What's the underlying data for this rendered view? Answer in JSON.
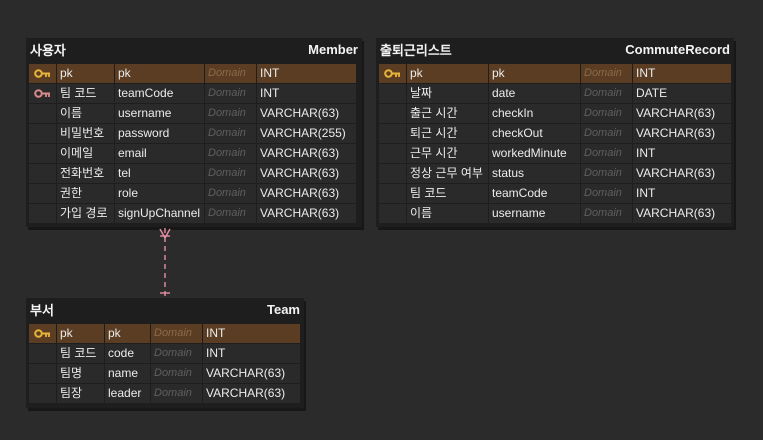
{
  "colors": {
    "background": "#2b2b2b",
    "entity_background": "#1e1e1e",
    "pk_row": "#5a3d22",
    "pk_key_icon": "#e8b53a",
    "fk_key_icon": "#d98a8a",
    "relation_line": "#e58fa3"
  },
  "entities": {
    "member": {
      "logical_name": "사용자",
      "physical_name": "Member",
      "rows": [
        {
          "key": "pk",
          "logical": "pk",
          "physical": "pk",
          "domain": "Domain",
          "type": "INT"
        },
        {
          "key": "fk",
          "logical": "팀 코드",
          "physical": "teamCode",
          "domain": "Domain",
          "type": "INT"
        },
        {
          "key": "",
          "logical": "이름",
          "physical": "username",
          "domain": "Domain",
          "type": "VARCHAR(63)"
        },
        {
          "key": "",
          "logical": "비밀번호",
          "physical": "password",
          "domain": "Domain",
          "type": "VARCHAR(255)"
        },
        {
          "key": "",
          "logical": "이메일",
          "physical": "email",
          "domain": "Domain",
          "type": "VARCHAR(63)"
        },
        {
          "key": "",
          "logical": "전화번호",
          "physical": "tel",
          "domain": "Domain",
          "type": "VARCHAR(63)"
        },
        {
          "key": "",
          "logical": "권한",
          "physical": "role",
          "domain": "Domain",
          "type": "VARCHAR(63)"
        },
        {
          "key": "",
          "logical": "가입 경로",
          "physical": "signUpChannel",
          "domain": "Domain",
          "type": "VARCHAR(63)"
        }
      ]
    },
    "commute": {
      "logical_name": "출퇴근리스트",
      "physical_name": "CommuteRecord",
      "rows": [
        {
          "key": "pk",
          "logical": "pk",
          "physical": "pk",
          "domain": "Domain",
          "type": "INT"
        },
        {
          "key": "",
          "logical": "날짜",
          "physical": "date",
          "domain": "Domain",
          "type": "DATE"
        },
        {
          "key": "",
          "logical": "출근 시간",
          "physical": "checkIn",
          "domain": "Domain",
          "type": "VARCHAR(63)"
        },
        {
          "key": "",
          "logical": "퇴근 시간",
          "physical": "checkOut",
          "domain": "Domain",
          "type": "VARCHAR(63)"
        },
        {
          "key": "",
          "logical": "근무 시간",
          "physical": "workedMinute",
          "domain": "Domain",
          "type": "INT"
        },
        {
          "key": "",
          "logical": "정상 근무 여부",
          "physical": "status",
          "domain": "Domain",
          "type": "VARCHAR(63)"
        },
        {
          "key": "",
          "logical": "팀 코드",
          "physical": "teamCode",
          "domain": "Domain",
          "type": "INT"
        },
        {
          "key": "",
          "logical": "이름",
          "physical": "username",
          "domain": "Domain",
          "type": "VARCHAR(63)"
        }
      ]
    },
    "team": {
      "logical_name": "부서",
      "physical_name": "Team",
      "rows": [
        {
          "key": "pk",
          "logical": "pk",
          "physical": "pk",
          "domain": "Domain",
          "type": "INT"
        },
        {
          "key": "",
          "logical": "팀 코드",
          "physical": "code",
          "domain": "Domain",
          "type": "INT"
        },
        {
          "key": "",
          "logical": "팀명",
          "physical": "name",
          "domain": "Domain",
          "type": "VARCHAR(63)"
        },
        {
          "key": "",
          "logical": "팀장",
          "physical": "leader",
          "domain": "Domain",
          "type": "VARCHAR(63)"
        }
      ]
    }
  }
}
